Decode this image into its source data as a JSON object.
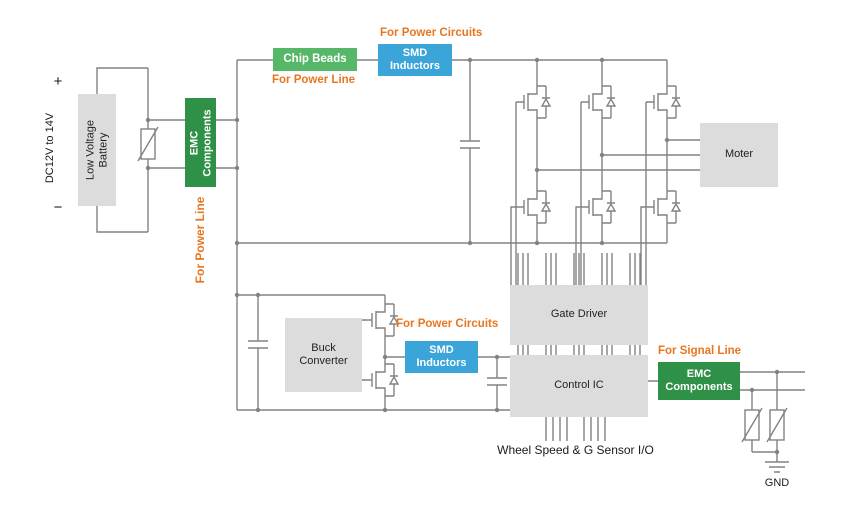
{
  "colors": {
    "emc_green": "#2F9147",
    "chip_beads_green": "#57B768",
    "smd_blue": "#3BA5DA",
    "tag_orange": "#E8761E",
    "block_gray": "#DCDCDC",
    "wire_gray": "#828282"
  },
  "battery": {
    "plus": "+",
    "minus": "−",
    "voltage": "DC12V to 14V",
    "label": "Low Voltage Battery"
  },
  "power_line": {
    "emc_label": "EMC Components",
    "emc_tag": "For Power Line",
    "chip_beads_label": "Chip Beads",
    "chip_beads_tag": "For Power Line",
    "smd_label": "SMD Inductors",
    "smd_tag": "For Power Circuits"
  },
  "inverter": {
    "motor_label": "Moter",
    "gate_driver_label": "Gate Driver",
    "control_ic_label": "Control IC"
  },
  "buck": {
    "label": "Buck Converter",
    "tag": "For Power Circuits",
    "smd_label": "SMD Inductors"
  },
  "signal_line": {
    "emc_label": "EMC Components",
    "tag": "For Signal Line"
  },
  "footer": {
    "sensor_io": "Wheel Speed & G Sensor I/O",
    "gnd": "GND"
  }
}
